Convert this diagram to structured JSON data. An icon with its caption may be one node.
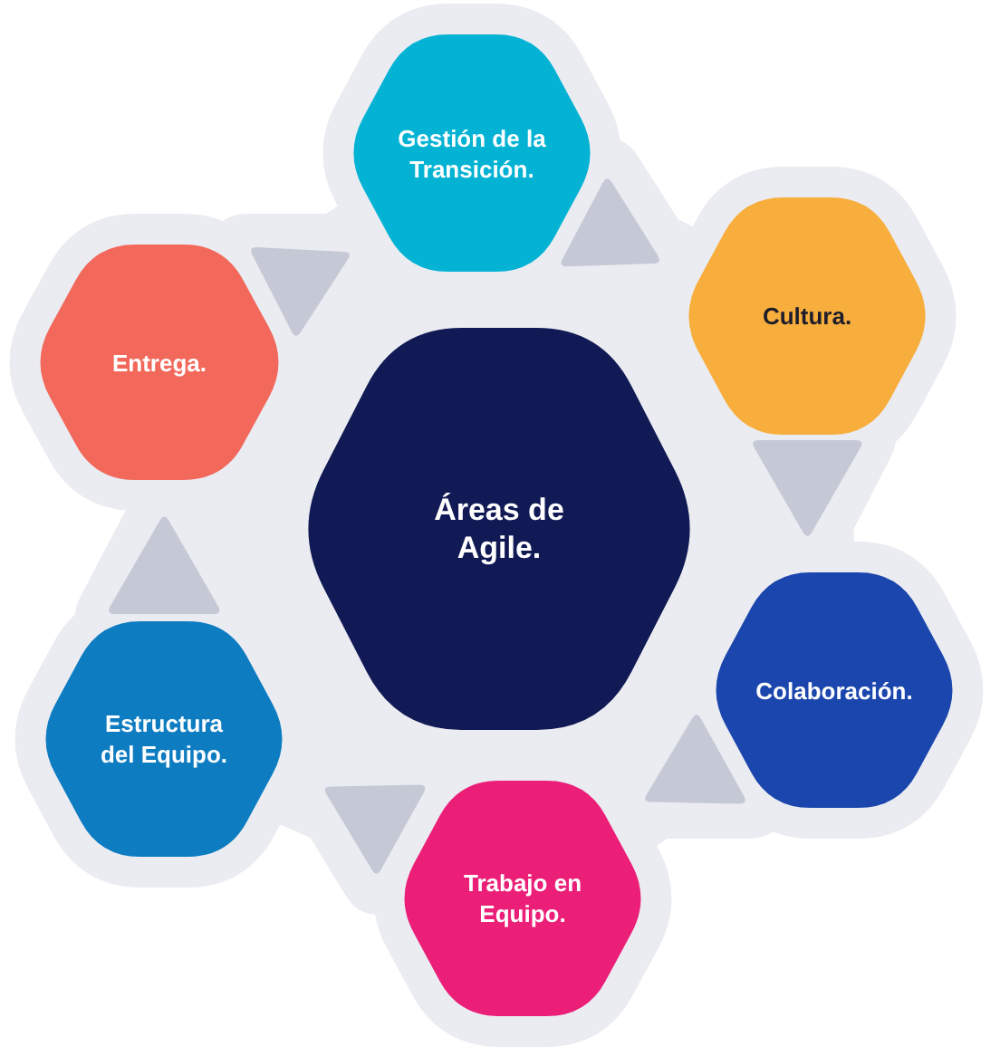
{
  "diagram": {
    "nodes": [
      {
        "text": [
          "Áreas de Agile."
        ]
      },
      {
        "text": [
          "Gestión de la Transición."
        ]
      },
      {
        "text": [
          "Cultura."
        ]
      },
      {
        "text": [
          "Colaboración."
        ]
      },
      {
        "text": [
          "Trabajo en Equipo."
        ]
      },
      {
        "text": [
          "Estructura del Equipo."
        ]
      },
      {
        "text": [
          "Entrega."
        ]
      }
    ],
    "edges": [
      {
        "from": 1,
        "to": 2,
        "arrow": "none"
      },
      {
        "from": 2,
        "to": 3,
        "arrow": "to"
      },
      {
        "from": 3,
        "to": 4,
        "arrow": "none"
      },
      {
        "from": 4,
        "to": 5,
        "arrow": "none"
      },
      {
        "from": 5,
        "to": 6,
        "arrow": "to"
      },
      {
        "from": 6,
        "to": 1,
        "arrow": "none"
      }
    ]
  }
}
